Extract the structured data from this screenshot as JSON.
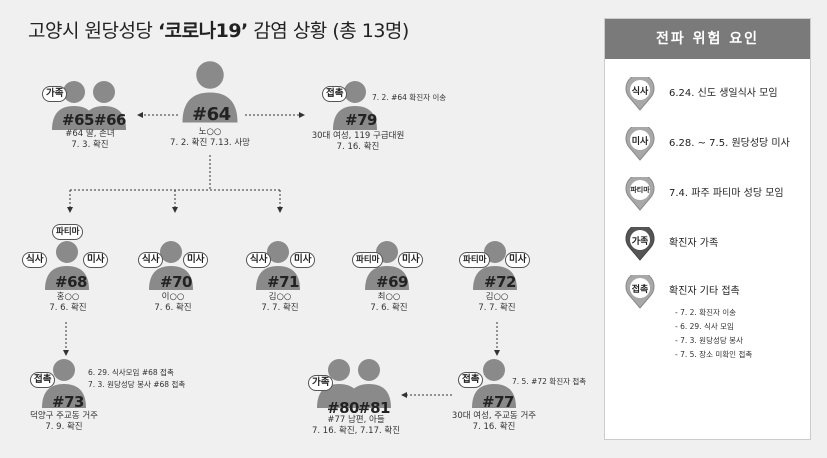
{
  "title": {
    "pre": "고양시 원당성당 ",
    "bold": "‘코로나19’",
    "mid": " 감염 상황 ",
    "count": "(총 13명)"
  },
  "badges": {
    "family": "가족",
    "contact": "접촉",
    "party": "파티마",
    "meal": "식사",
    "mass": "미사"
  },
  "nodes": {
    "n64": {
      "num": "#64",
      "l1": "노○○",
      "l2": "7. 2.  확진  7.13. 사망"
    },
    "n65": {
      "num": "#65",
      "num2": "#66",
      "l1": "#64 딸, 손녀",
      "l2": "7. 3.  확진"
    },
    "n79": {
      "num": "#79",
      "note": "7. 2.  #64 확진자 이송",
      "l1": "30대 여성, 119 구급대원",
      "l2": "7. 16.  확진"
    },
    "n68": {
      "num": "#68",
      "l1": "홍○○",
      "l2": "7. 6.  확진"
    },
    "n70": {
      "num": "#70",
      "l1": "이○○",
      "l2": "7. 6.  확진"
    },
    "n71": {
      "num": "#71",
      "l1": "김○○",
      "l2": "7. 7.  확진"
    },
    "n69": {
      "num": "#69",
      "l1": "최○○",
      "l2": "7. 6.  확진"
    },
    "n72": {
      "num": "#72",
      "l1": "김○○",
      "l2": "7. 7.  확진"
    },
    "n73": {
      "num": "#73",
      "note1": "6. 29. 식사모임 #68 접촉",
      "note2": "7. 3.  원당성당 봉사 #68 접촉",
      "l1": "덕양구 주교동 거주",
      "l2": "7. 9.  확진"
    },
    "n80": {
      "num": "#80",
      "num2": "#81",
      "l1": "#77 남편, 아들",
      "l2": "7. 16. 확진, 7.17. 확진"
    },
    "n77": {
      "num": "#77",
      "note": "7. 5.  #72 확진자 접촉",
      "l1": "30대 여성, 주교동 거주",
      "l2": "7. 16.  확진"
    }
  },
  "panel": {
    "title": "전파 위험 요인",
    "items": [
      {
        "badge": "식사",
        "text": "6.24. 신도 생일식사 모임"
      },
      {
        "badge": "미사",
        "text": "6.28. ~ 7.5. 원당성당 미사"
      },
      {
        "badge": "파티마",
        "text": "7.4. 파주 파티마 성당 모임"
      },
      {
        "badge": "가족",
        "text": "확진자 가족"
      },
      {
        "badge": "접촉",
        "text": "확진자 기타 접촉"
      }
    ],
    "subitems": [
      "- 7. 2.   확진자 이송",
      "- 6. 29. 식사 모임",
      "- 7. 3.   원당성당 봉사",
      "- 7. 5.   장소 미확인 접촉"
    ]
  },
  "colors": {
    "person": "#8a8a8a",
    "panel_head": "#7a7a7a",
    "pin_light": "#a8a8a8",
    "pin_dark": "#555555"
  }
}
